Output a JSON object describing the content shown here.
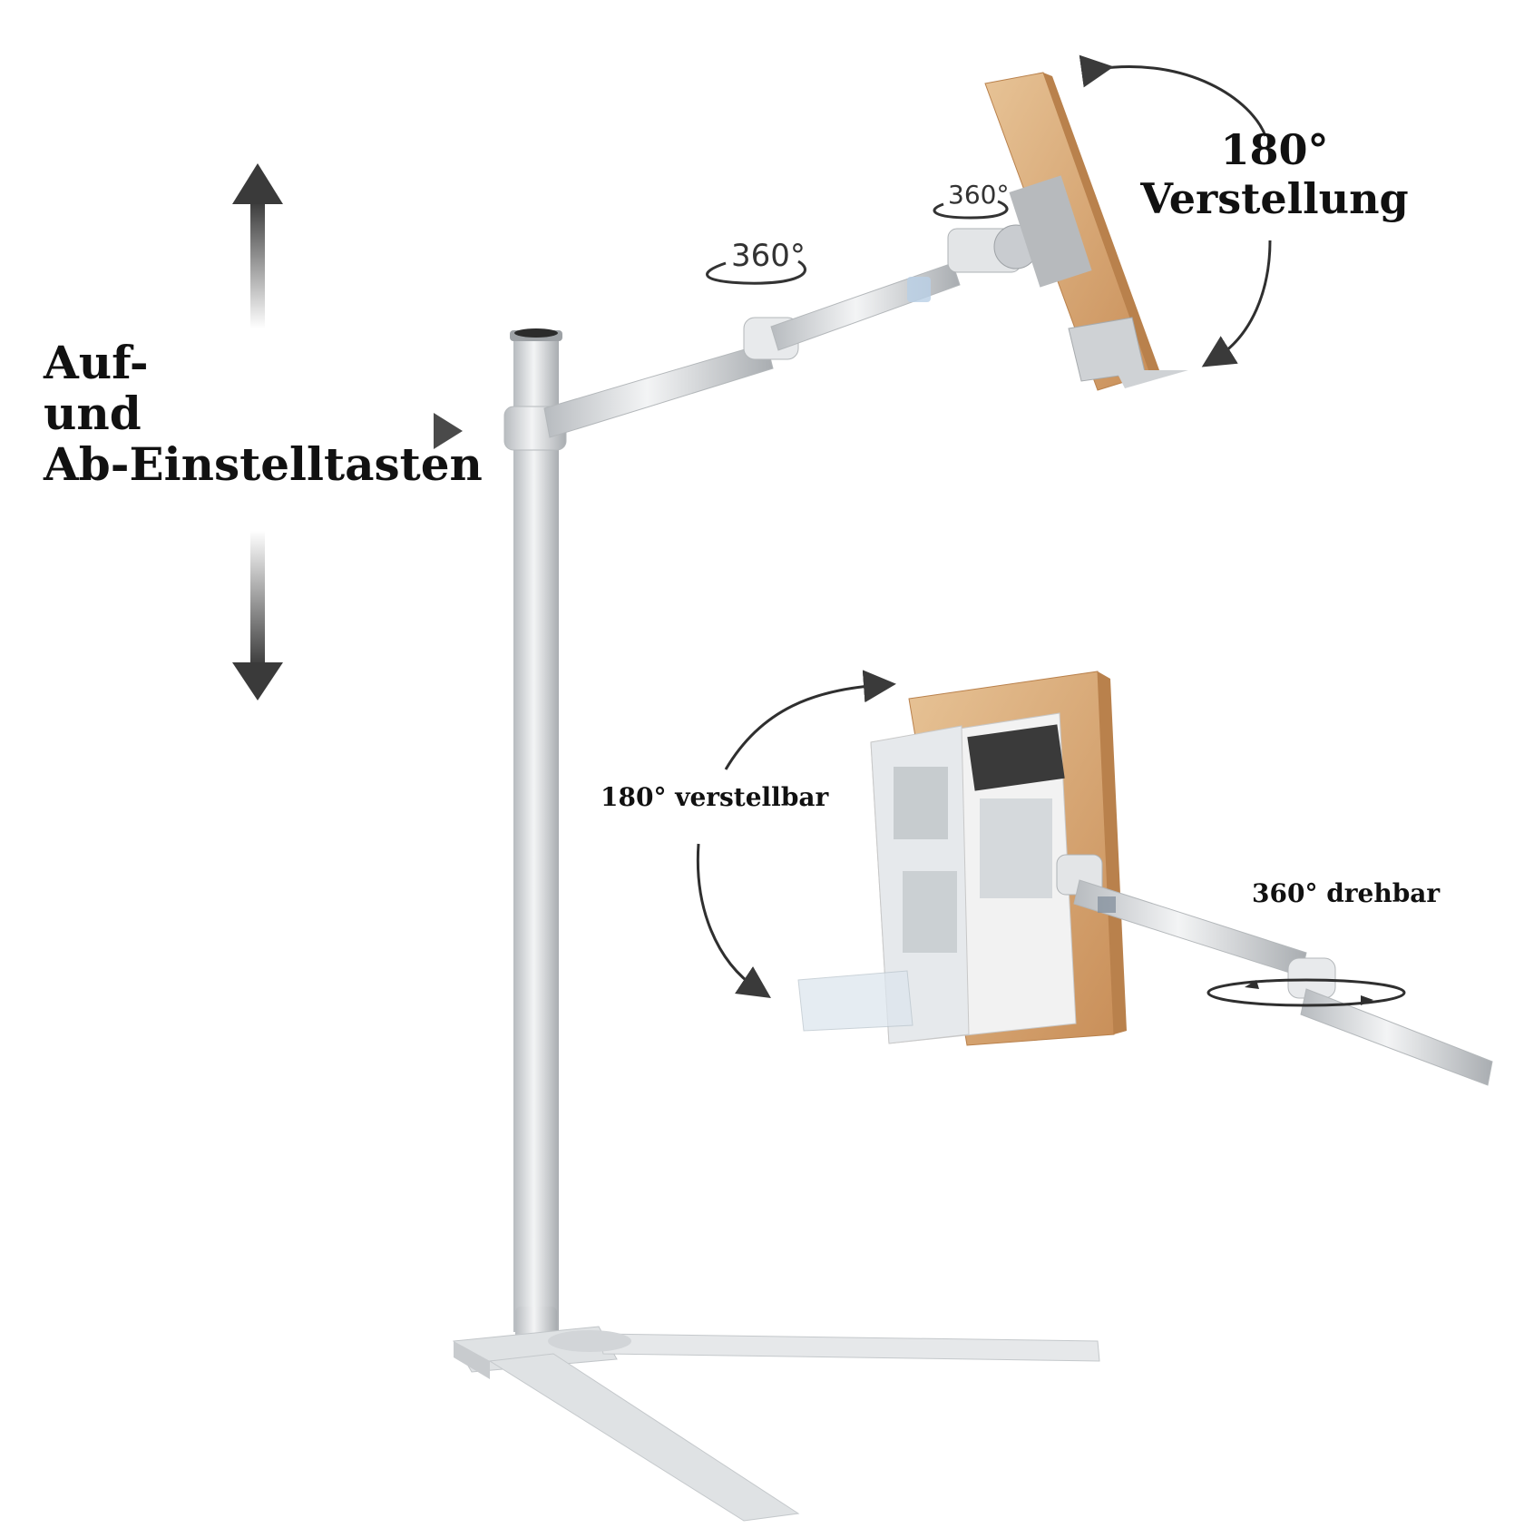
{
  "labels": {
    "up_down": [
      "Auf-",
      "und",
      "Ab-Einstelltasten"
    ],
    "rotation_top": [
      "180°",
      "Verstellung"
    ],
    "adjustable": "180° verstellbar",
    "rotatable": "360° drehbar",
    "arm_rotation_a": "360°",
    "arm_rotation_b": "360°"
  },
  "colors": {
    "aluminum": "#d8dbde",
    "aluminum_dark": "#a9adb1",
    "wood": "#d9a874",
    "wood_edge": "#b9814c",
    "arrow_dark": "#3a3a3a"
  }
}
